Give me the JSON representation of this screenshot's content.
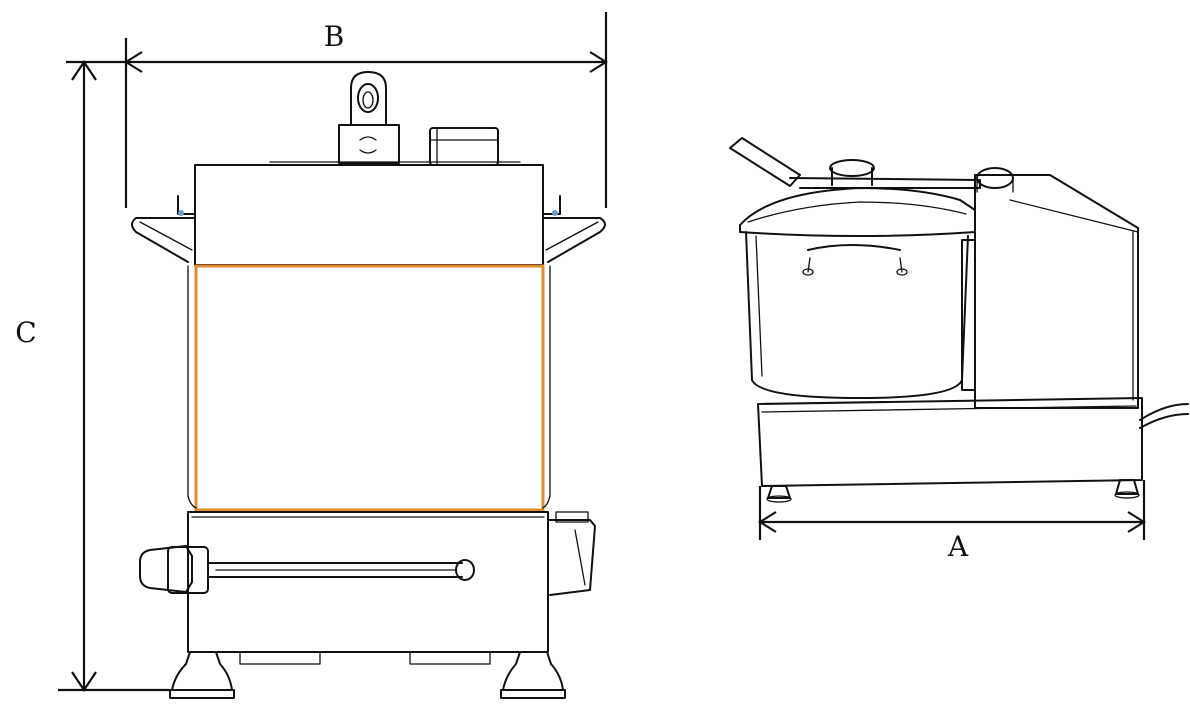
{
  "dimension_labels": {
    "width": "B",
    "height": "C",
    "depth": "A"
  },
  "colors": {
    "line": "#111111",
    "highlight": "#e08a2e",
    "accent": "#6aa0c8",
    "background": "#ffffff"
  }
}
